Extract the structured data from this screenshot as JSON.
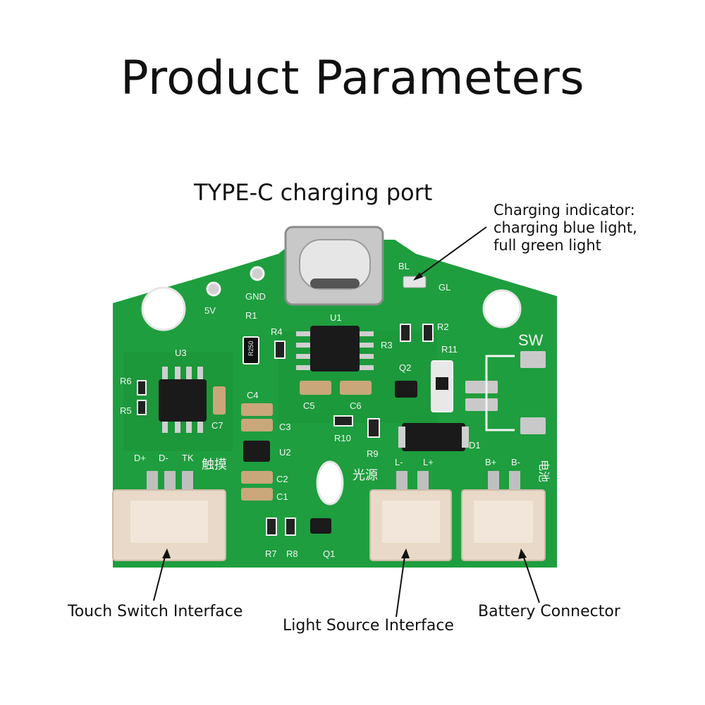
{
  "title": "Product Parameters",
  "callouts": {
    "typec": "TYPE-C charging port",
    "indicator_l1": "Charging indicator:",
    "indicator_l2": "charging blue light,",
    "indicator_l3": "full green light",
    "touch": "Touch Switch Interface",
    "light": "Light Source Interface",
    "battery": "Battery Connector"
  },
  "silkscreen": {
    "gnd": "GND",
    "v5": "5V",
    "u1": "U1",
    "u2": "U2",
    "u3": "U3",
    "r1": "R1",
    "r2": "R2",
    "r3": "R3",
    "r4": "R4",
    "r5": "R5",
    "r6": "R6",
    "r7": "R7",
    "r8": "R8",
    "r9": "R9",
    "r10": "R10",
    "r11": "R11",
    "c1": "C1",
    "c2": "C2",
    "c3": "C3",
    "c4": "C4",
    "c5": "C5",
    "c6": "C6",
    "c7": "C7",
    "q1": "Q1",
    "q2": "Q2",
    "d1": "D1",
    "bl": "BL",
    "gl": "GL",
    "sw": "SW",
    "dplus": "D+",
    "dminus": "D-",
    "tk": "TK",
    "touch_cn": "触摸",
    "lminus": "L-",
    "lplus": "L+",
    "light_cn": "光源",
    "bplus": "B+",
    "bminus": "B-",
    "battery_cn": "电池",
    "r1_marking": "R250"
  },
  "colors": {
    "pcb": "#1e9e3e",
    "pcb_dark": "#178a34",
    "silk": "#f4f4f4",
    "connector": "#e8d9c8",
    "solder": "#c9c9c9"
  }
}
